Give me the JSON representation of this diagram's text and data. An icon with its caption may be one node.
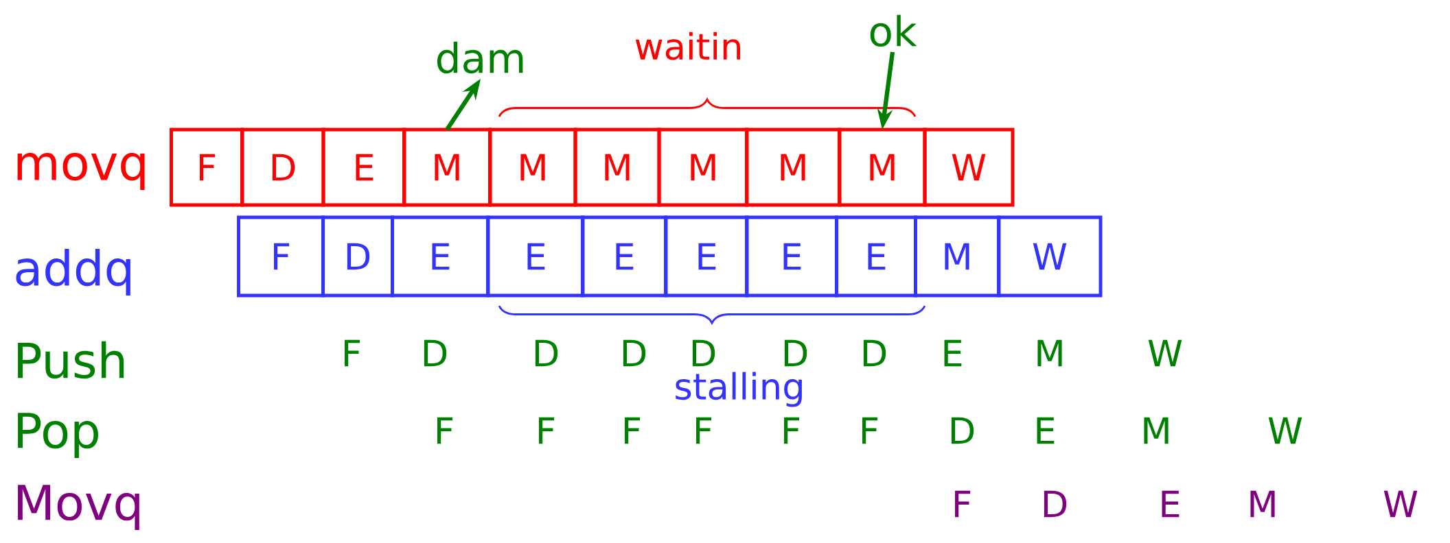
{
  "diagram": {
    "nodes": [
      {
        "text": [
          "F"
        ]
      },
      {
        "text": [
          "D"
        ]
      },
      {
        "text": [
          "E"
        ]
      },
      {
        "text": [
          "M"
        ]
      },
      {
        "text": [
          "M"
        ]
      },
      {
        "text": [
          "M"
        ]
      },
      {
        "text": [
          "M"
        ]
      },
      {
        "text": [
          "M"
        ]
      },
      {
        "text": [
          "M"
        ]
      },
      {
        "text": [
          "W"
        ]
      },
      {
        "text": [
          "F"
        ]
      },
      {
        "text": [
          "D"
        ]
      },
      {
        "text": [
          "E"
        ]
      },
      {
        "text": [
          "E"
        ]
      },
      {
        "text": [
          "E"
        ]
      },
      {
        "text": [
          "E"
        ]
      },
      {
        "text": [
          "E"
        ]
      },
      {
        "text": [
          "E"
        ]
      },
      {
        "text": [
          "M"
        ]
      },
      {
        "text": [
          "W"
        ]
      },
      {
        "text": [
          "dam"
        ]
      },
      {
        "text": [
          "ok"
        ]
      }
    ],
    "edges": [
      {
        "from": 3,
        "to": 20,
        "arrow": "to"
      },
      {
        "from": 21,
        "to": 8,
        "arrow": "to"
      }
    ],
    "labels": [
      "waitin",
      "movq",
      "addq",
      "Push",
      "F",
      "D",
      "D",
      "D",
      "D",
      "D",
      "D",
      "E",
      "M",
      "W",
      "stalling",
      "Pop",
      "F",
      "F",
      "F",
      "F",
      "F",
      "F",
      "D",
      "E",
      "M",
      "W",
      "Movq",
      "F",
      "D",
      "E",
      "M",
      "W"
    ]
  }
}
